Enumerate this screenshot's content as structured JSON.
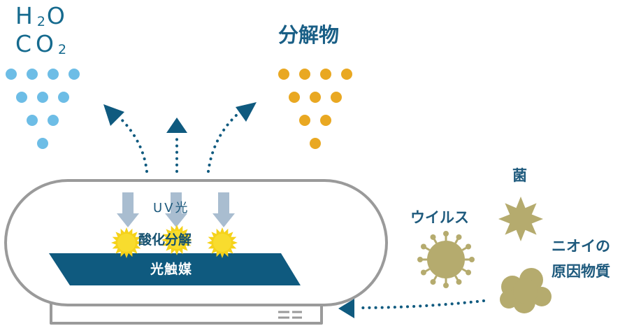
{
  "labels": {
    "h2o_letter_1": "H",
    "h2o_subscript": "2",
    "h2o_letter_2": "O",
    "co2_letters": "CO",
    "co2_subscript": "2",
    "decomposition_products": "分解物",
    "uv_light": "UV光",
    "oxidative_decomposition": "酸化分解",
    "photocatalyst": "光触媒",
    "virus": "ウイルス",
    "bacteria": "菌",
    "odor_line_1": "ニオイの",
    "odor_line_2": "原因物質"
  },
  "colors": {
    "blue_dot": "#6dbde6",
    "orange_dot": "#e9a822",
    "navy": "#0f5a7f",
    "gray_outline": "#9a9a9a",
    "uv_arrow": "#a9bdd0",
    "sun": "#f5d21a",
    "khaki": "#b5ab6e"
  },
  "icons": {
    "virus": "virus-icon",
    "bacteria": "bacteria-star-icon",
    "odor": "odor-cloud-icon",
    "uv_burst": "sun-burst-icon"
  }
}
